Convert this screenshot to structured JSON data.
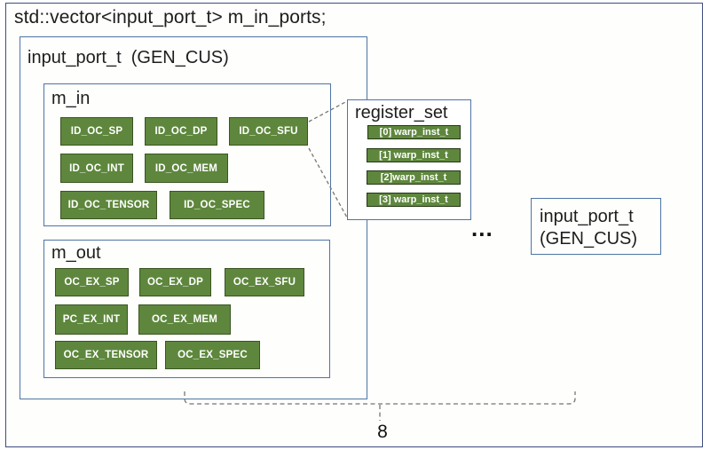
{
  "title": "std::vector<input_port_t> m_in_ports;",
  "main_port": {
    "heading": "input_port_t  (GEN_CUS)",
    "m_in": {
      "label": "m_in",
      "ports": [
        "ID_OC_SP",
        "ID_OC_DP",
        "ID_OC_SFU",
        "ID_OC_INT",
        "ID_OC_MEM",
        "ID_OC_TENSOR",
        "ID_OC_SPEC"
      ]
    },
    "m_out": {
      "label": "m_out",
      "ports": [
        "OC_EX_SP",
        "OC_EX_DP",
        "OC_EX_SFU",
        "PC_EX_INT",
        "OC_EX_MEM",
        "OC_EX_TENSOR",
        "OC_EX_SPEC"
      ]
    }
  },
  "register_set": {
    "label": "register_set",
    "entries": [
      "[0] warp_inst_t",
      "[1] warp_inst_t",
      "[2]warp_inst_t",
      "[3] warp_inst_t"
    ]
  },
  "ellipsis": "...",
  "last_port": {
    "line1": "input_port_t",
    "line2": "(GEN_CUS)"
  },
  "vector_size": "8",
  "colors": {
    "port_green": "#5E873D",
    "port_border": "#3A5522",
    "warp_border": "#233812",
    "box_border": "#4E74A4",
    "frame_border": "#3D4C7E",
    "connector_gray": "#767676"
  }
}
